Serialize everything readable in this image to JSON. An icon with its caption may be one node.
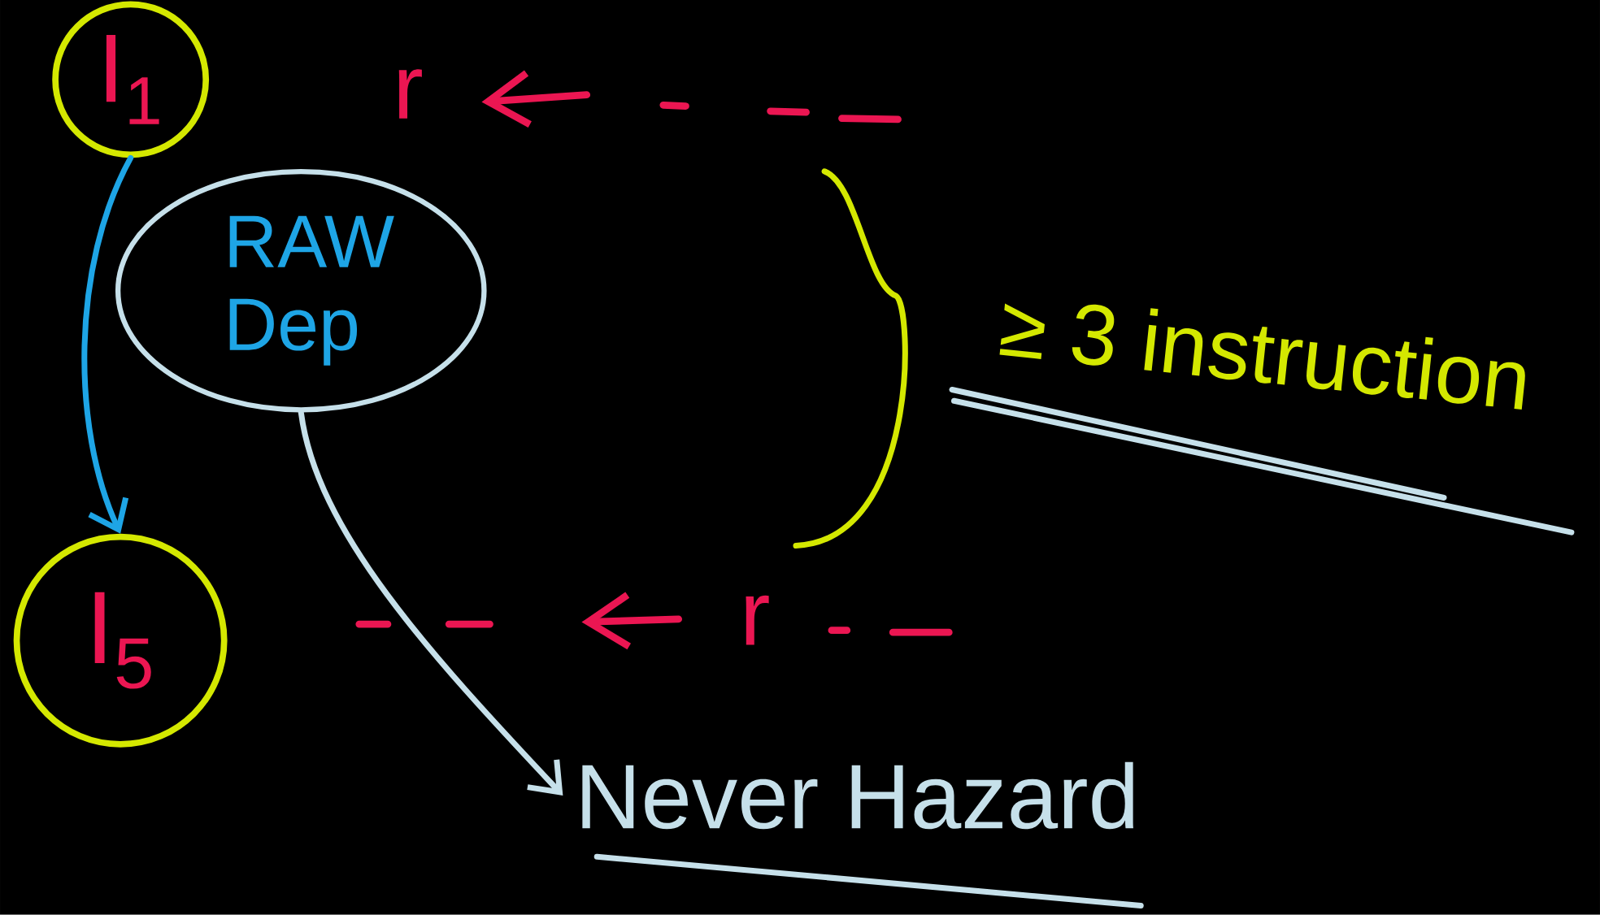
{
  "diagram": {
    "nodes": [
      {
        "text": [
          "I$_{1}$"
        ]
      },
      {
        "text": [
          "RAW Dep"
        ]
      },
      {
        "text": [
          "I$_{5}$"
        ]
      },
      {
        "text": [
          "Never Hazard"
        ]
      },
      {
        "text": [
          "≥ 3 instruction"
        ]
      }
    ],
    "edges": [
      {
        "from": 0,
        "to": 2,
        "arrow": "to",
        "color": "#1ea5e6"
      },
      {
        "from": 1,
        "to": 3,
        "arrow": "to",
        "color": "#c6e0ea"
      }
    ],
    "labels": [
      "r",
      "r"
    ]
  }
}
